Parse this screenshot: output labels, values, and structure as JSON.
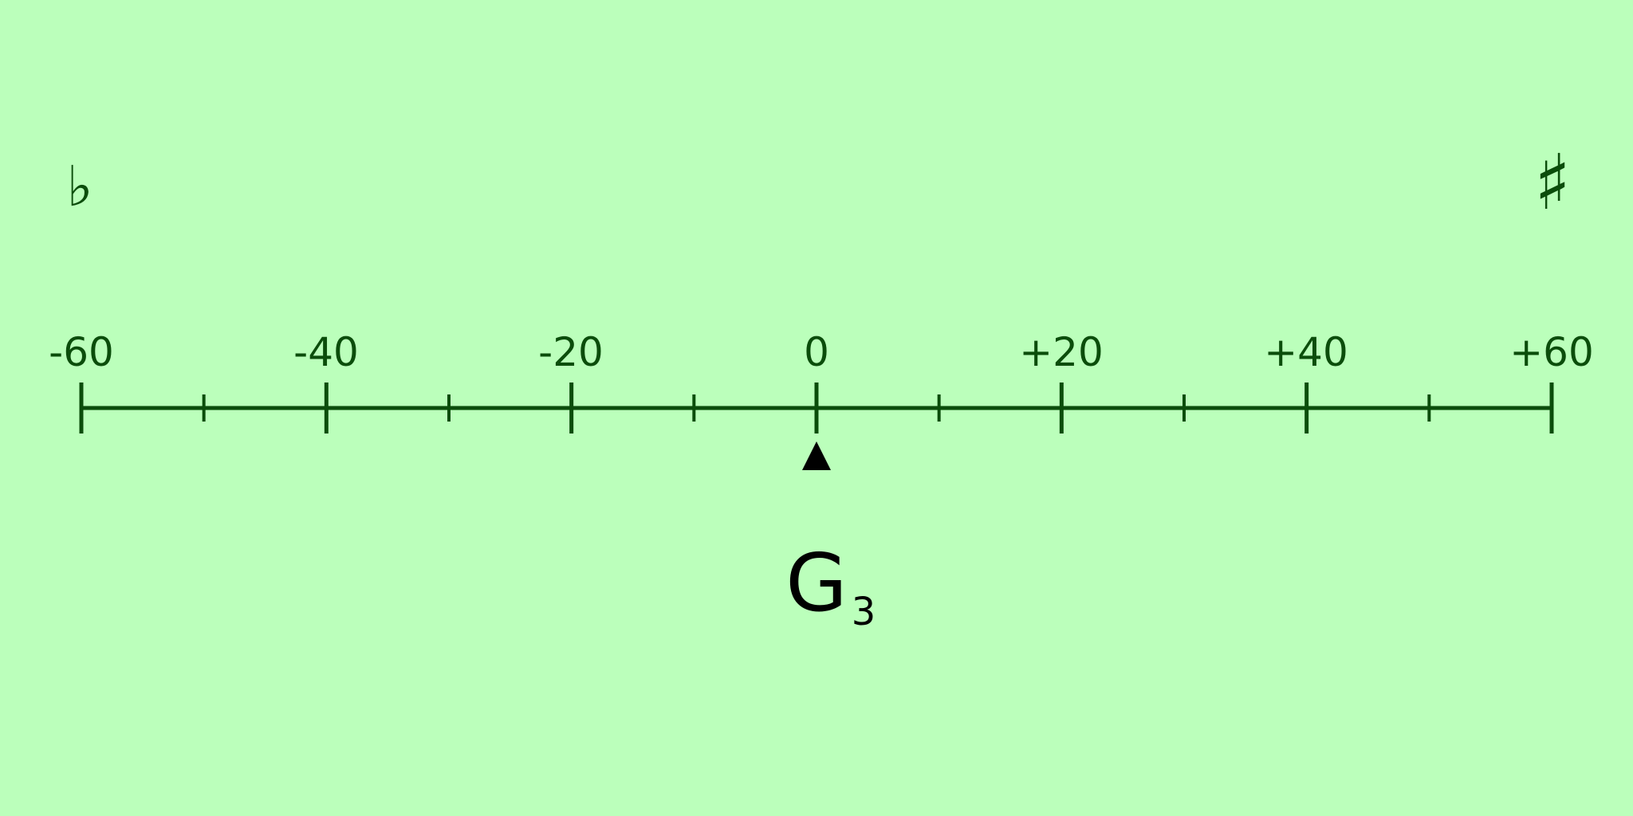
{
  "tuner": {
    "flat_symbol": "♭",
    "sharp_symbol": "♯",
    "scale_labels": [
      "-60",
      "-40",
      "-20",
      "0",
      "+20",
      "+40",
      "+60"
    ],
    "scale_min_cents": -60,
    "scale_max_cents": 60,
    "major_tick_step_cents": 20,
    "minor_tick_step_cents": 10,
    "deviation_cents": 0,
    "note": {
      "name": "G",
      "octave": "3"
    },
    "colors": {
      "background": "#bbffbb",
      "scale": "#0b4d0b",
      "indicator": "#000000",
      "note": "#000000"
    }
  }
}
